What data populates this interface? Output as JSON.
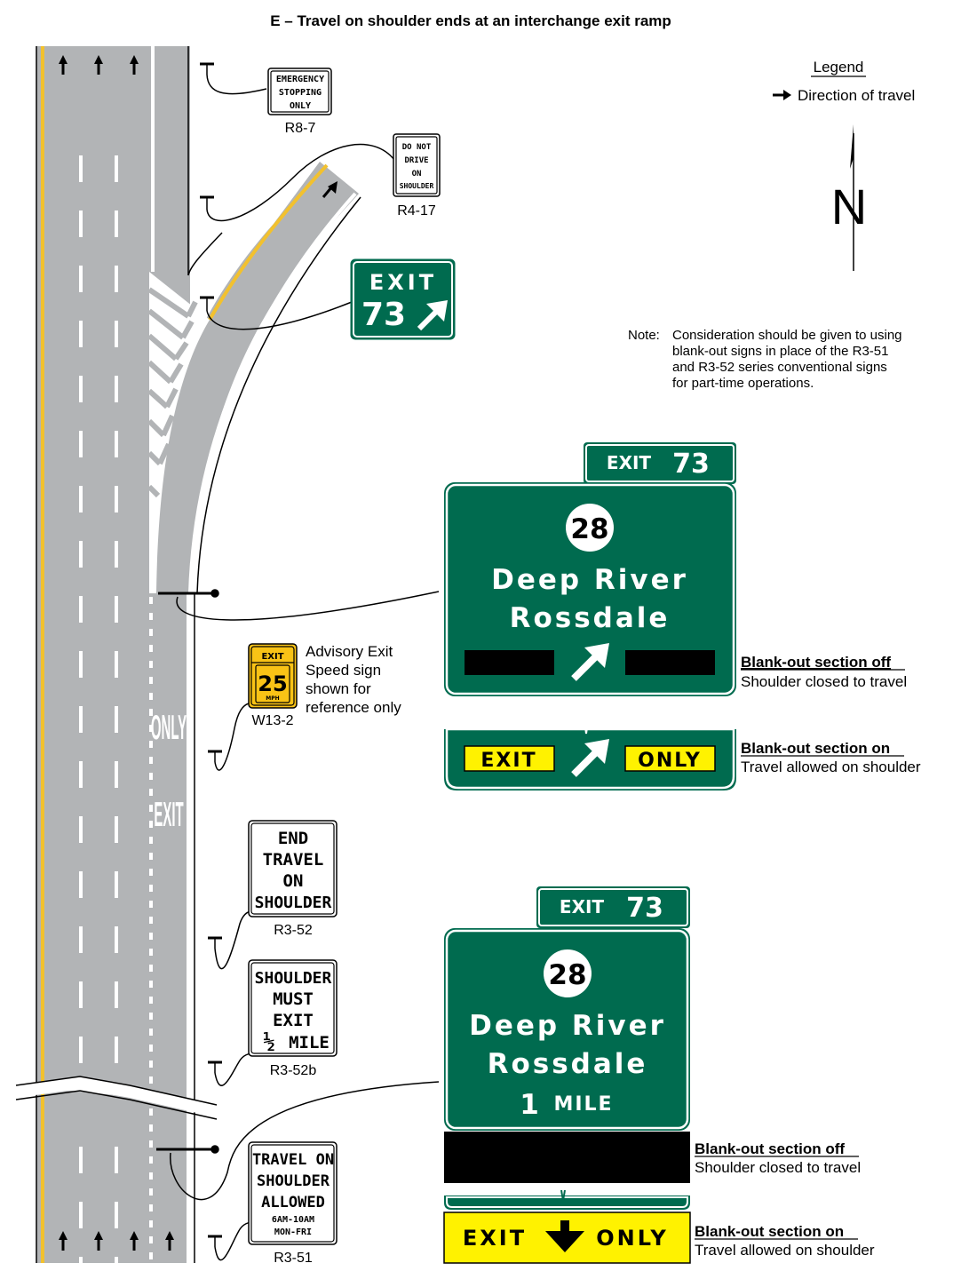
{
  "title": "E – Travel on shoulder ends at an interchange exit ramp",
  "legend": {
    "heading": "Legend",
    "direction_label": "Direction of travel",
    "north_label": "N"
  },
  "note": {
    "label": "Note:",
    "lines": [
      "Consideration should be given to using",
      "blank-out signs in place of the R3-51",
      "and R3-52 series conventional signs",
      "for part-time operations."
    ]
  },
  "pavement_words": {
    "only": "ONLY",
    "exit": "EXIT"
  },
  "signs": {
    "r8_7": {
      "lines": [
        "EMERGENCY",
        "STOPPING",
        "ONLY"
      ],
      "code": "R8-7"
    },
    "r4_17": {
      "lines": [
        "DO NOT",
        "DRIVE",
        "ON",
        "SHOULDER"
      ],
      "code": "R4-17"
    },
    "exit_gore": {
      "word": "EXIT",
      "number": "73"
    },
    "w13_2": {
      "top": "EXIT",
      "speed": "25",
      "unit": "MPH",
      "code": "W13-2",
      "caption": [
        "Advisory Exit",
        "Speed sign",
        "shown for",
        "reference only"
      ]
    },
    "r3_52": {
      "lines": [
        "END",
        "TRAVEL",
        "ON",
        "SHOULDER"
      ],
      "code": "R3-52"
    },
    "r3_52b": {
      "lines": [
        "SHOULDER",
        "MUST",
        "EXIT"
      ],
      "mile_fraction": "½",
      "mile_word": "MILE",
      "code": "R3-52b"
    },
    "r3_51": {
      "lines": [
        "TRAVEL ON",
        "SHOULDER",
        "ALLOWED"
      ],
      "small_lines": [
        "6AM-10AM",
        "MON-FRI"
      ],
      "code": "R3-51"
    }
  },
  "guide_upper": {
    "tab_exit": "EXIT",
    "tab_number": "73",
    "route": "28",
    "dest_lines": [
      "Deep River",
      "Rossdale"
    ],
    "panel_exit": "EXIT",
    "panel_only": "ONLY",
    "off_label": "Blank-out section off",
    "off_desc": "Shoulder closed to travel",
    "on_label": "Blank-out section on",
    "on_desc": "Travel allowed on shoulder"
  },
  "guide_lower": {
    "tab_exit": "EXIT",
    "tab_number": "73",
    "route": "28",
    "dest_lines": [
      "Deep River",
      "Rossdale"
    ],
    "distance_number": "1",
    "distance_unit": "MILE",
    "panel_exit": "EXIT",
    "panel_only": "ONLY",
    "off_label": "Blank-out section off",
    "off_desc": "Shoulder closed to travel",
    "on_label": "Blank-out section on",
    "on_desc": "Travel allowed on shoulder"
  },
  "colors": {
    "pavement": "#b2b4b6",
    "yellow_line": "#f2c12e",
    "guide_green": "#006b4f",
    "warning_yellow": "#f9c316",
    "panel_yellow": "#fff200",
    "black": "#000000"
  }
}
